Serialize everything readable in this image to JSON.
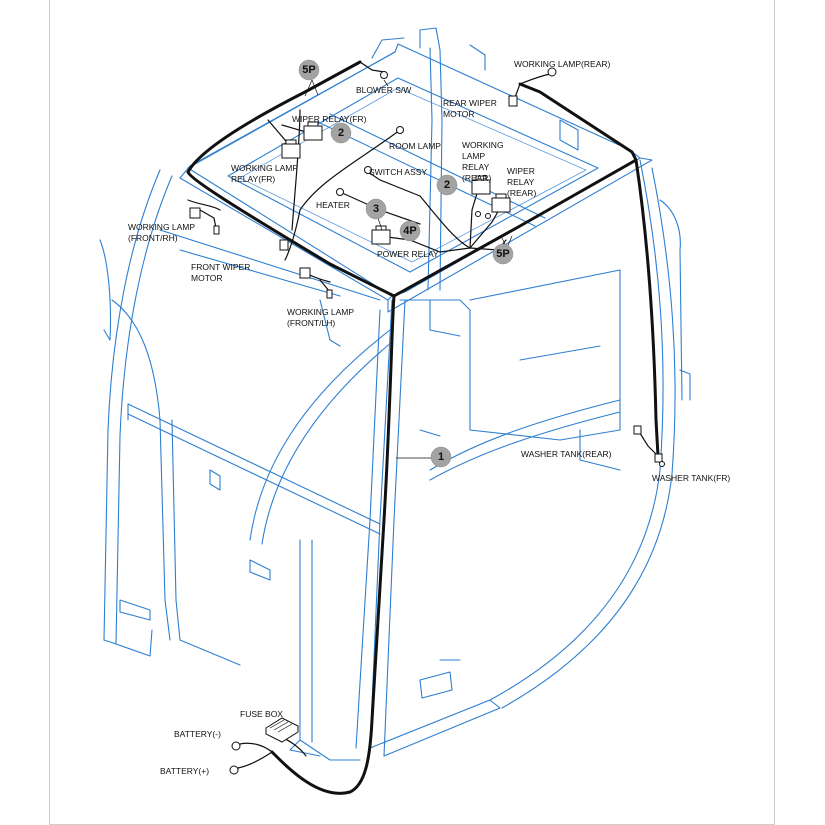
{
  "labels": {
    "blower_sw": "BLOWER S/W",
    "working_lamp_rear": "WORKING LAMP(REAR)",
    "wiper_relay_fr": "WIPER RELAY(FR)",
    "rear_wiper_motor_1": "REAR WIPER",
    "rear_wiper_motor_2": "MOTOR",
    "working_lamp_relay_fr_1": "WORKING LAMP",
    "working_lamp_relay_fr_2": "RELAY(FR)",
    "room_lamp": "ROOM LAMP",
    "working_lamp_relay_rear_1": "WORKING",
    "working_lamp_relay_rear_2": "LAMP",
    "working_lamp_relay_rear_3": "RELAY",
    "working_lamp_relay_rear_4": "(REAR)",
    "switch_assy": "SWITCH ASSY",
    "wiper_relay_rear_1": "WIPER",
    "wiper_relay_rear_2": "RELAY",
    "wiper_relay_rear_3": "(REAR)",
    "heater": "HEATER",
    "working_lamp_front_rh_1": "WORKING LAMP",
    "working_lamp_front_rh_2": "(FRONT/RH)",
    "power_relay": "POWER RELAY",
    "front_wiper_motor_1": "FRONT WIPER",
    "front_wiper_motor_2": "MOTOR",
    "working_lamp_front_lh_1": "WORKING LAMP",
    "working_lamp_front_lh_2": "(FRONT/LH)",
    "washer_tank_rear": "WASHER TANK(REAR)",
    "washer_tank_fr": "WASHER TANK(FR)",
    "fuse_box": "FUSE BOX",
    "battery_neg": "BATTERY(-)",
    "battery_pos": "BATTERY(+)"
  },
  "badges": {
    "connector_5p_top": "5P",
    "relay_2_fr": "2",
    "relay_2_rear": "2",
    "item_3": "3",
    "connector_4p": "4P",
    "connector_5p_rear": "5P",
    "harness_1": "1"
  },
  "colors": {
    "cab_frame": "#2f7fd0",
    "harness": "#111111",
    "badge": "#a3a3a3"
  }
}
